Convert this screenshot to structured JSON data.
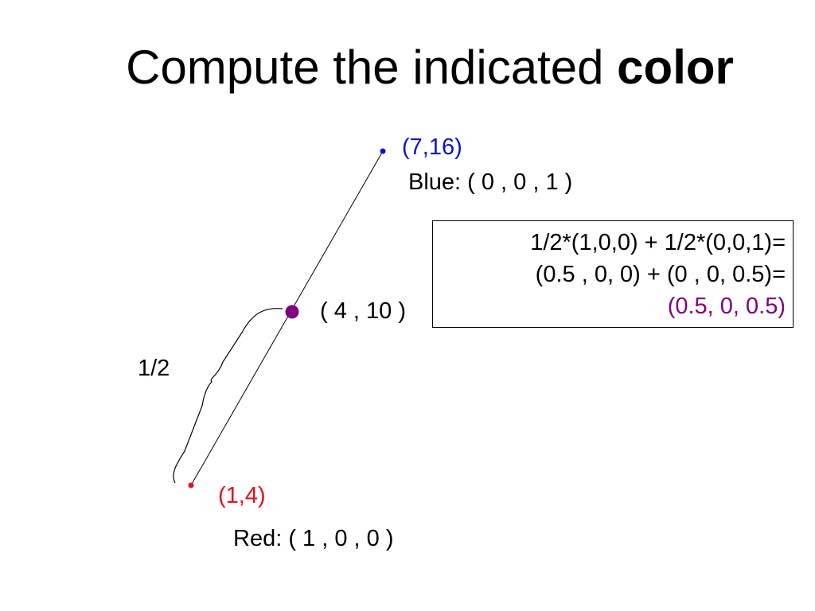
{
  "title": {
    "prefix": "Compute the indicated ",
    "emphasis": "color"
  },
  "points": {
    "top": {
      "coord": "(7,16)",
      "color_label": "Blue: ( 0 , 0 , 1 )",
      "color": "#1010cc"
    },
    "mid": {
      "coord": "( 4 , 10 )",
      "color": "#800080"
    },
    "bottom": {
      "coord": "(1,4)",
      "color_label": "Red: ( 1 , 0 , 0 )",
      "color": "#e8101c"
    }
  },
  "brace_label": "1/2",
  "calculation": {
    "line1": "1/2*(1,0,0) + 1/2*(0,0,1)=",
    "line2": "(0.5 , 0, 0) + (0 , 0, 0.5)=",
    "result": "(0.5, 0, 0.5)",
    "result_color": "#800080"
  }
}
